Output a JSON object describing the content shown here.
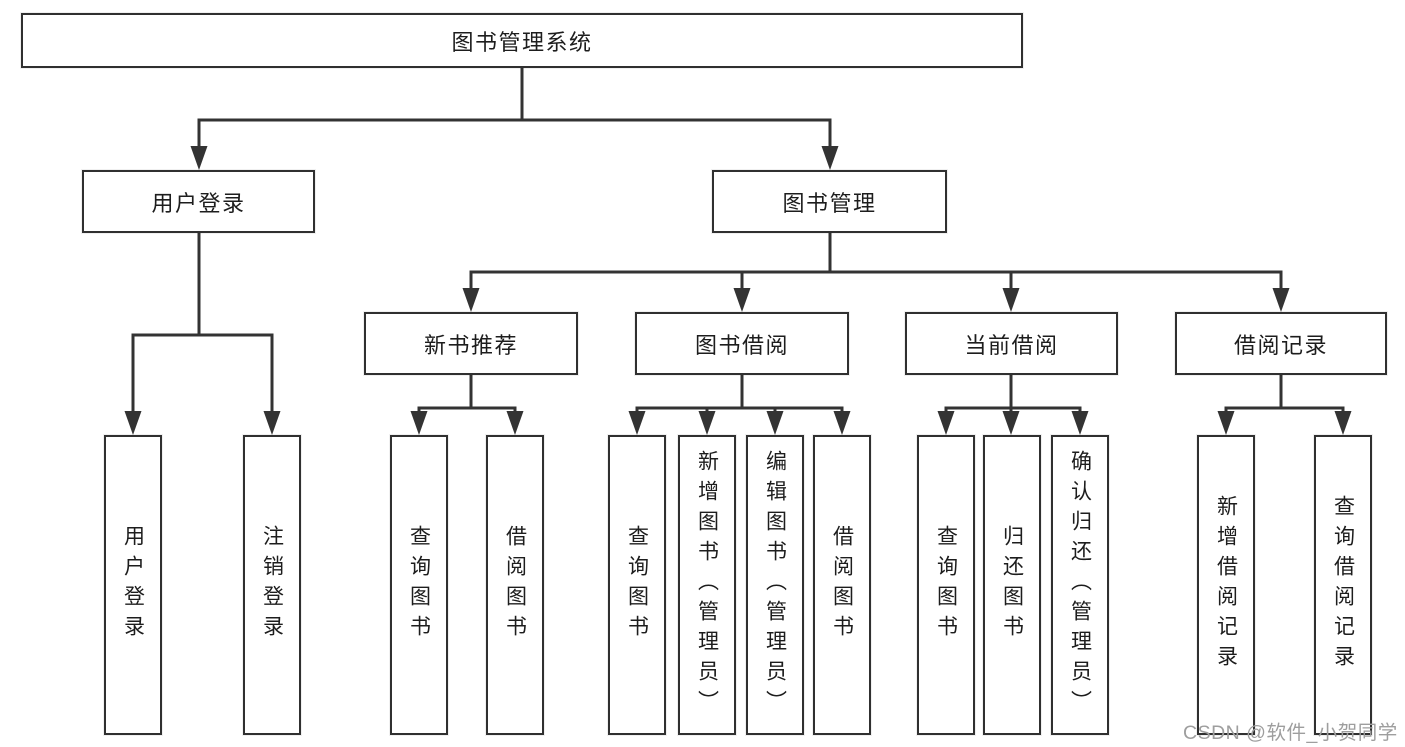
{
  "colors": {
    "line": "#333333",
    "box_border": "#303030",
    "text": "#1d1d1d",
    "watermark": "#9e9e9e"
  },
  "diagram": {
    "root": {
      "label": "图书管理系统"
    },
    "branches": [
      {
        "label": "用户登录",
        "children": [
          "用户登录",
          "注销登录"
        ]
      },
      {
        "label": "图书管理",
        "groups": [
          {
            "label": "新书推荐",
            "children": [
              "查询图书",
              "借阅图书"
            ]
          },
          {
            "label": "图书借阅",
            "children": [
              "查询图书",
              "新增图书（管理员）",
              "编辑图书（管理员）",
              "借阅图书"
            ]
          },
          {
            "label": "当前借阅",
            "children": [
              "查询图书",
              "归还图书",
              "确认归还（管理员）"
            ]
          },
          {
            "label": "借阅记录",
            "children": [
              "新增借阅记录",
              "查询借阅记录"
            ]
          }
        ]
      }
    ]
  },
  "watermark": {
    "text": "CSDN @软件_小贺同学"
  }
}
